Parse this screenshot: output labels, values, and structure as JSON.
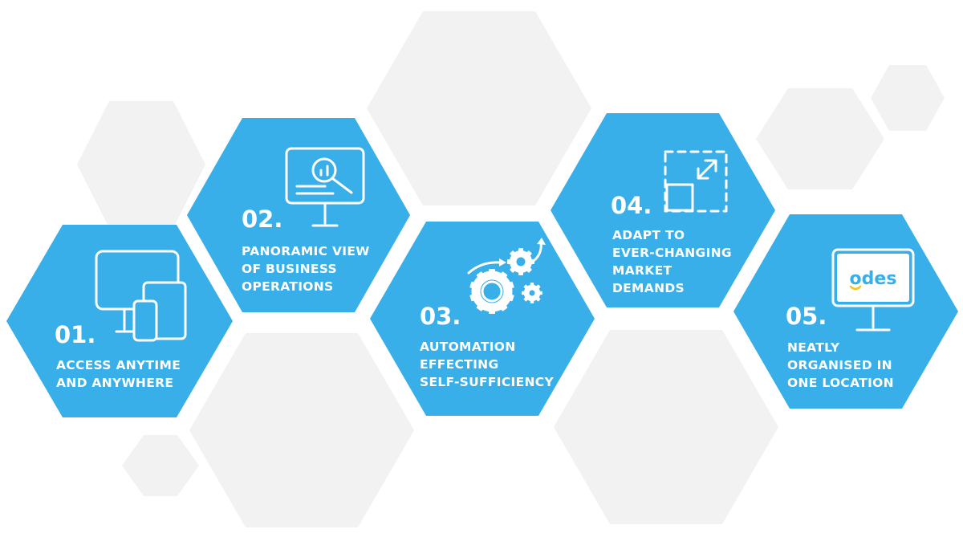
{
  "colors": {
    "hex_blue": "#38afe9",
    "hex_grey": "#f2f2f2",
    "text": "#ffffff",
    "logo_smile": "#f5c518"
  },
  "features": [
    {
      "number": "01.",
      "lines": [
        "ACCESS ANYTIME",
        "AND ANYWHERE"
      ],
      "icon": "devices-icon"
    },
    {
      "number": "02.",
      "lines": [
        "PANORAMIC VIEW",
        "OF BUSINESS",
        "OPERATIONS"
      ],
      "icon": "monitor-analytics-icon"
    },
    {
      "number": "03.",
      "lines": [
        "AUTOMATION",
        "EFFECTING",
        "SELF-SUFFICIENCY"
      ],
      "icon": "gears-icon"
    },
    {
      "number": "04.",
      "lines": [
        "ADAPT TO",
        "EVER-CHANGING",
        "MARKET",
        "DEMANDS"
      ],
      "icon": "resize-icon"
    },
    {
      "number": "05.",
      "lines": [
        "NEATLY",
        "ORGANISED IN",
        "ONE LOCATION"
      ],
      "icon": "odes-monitor-icon"
    }
  ],
  "logo": {
    "text": "odes"
  }
}
